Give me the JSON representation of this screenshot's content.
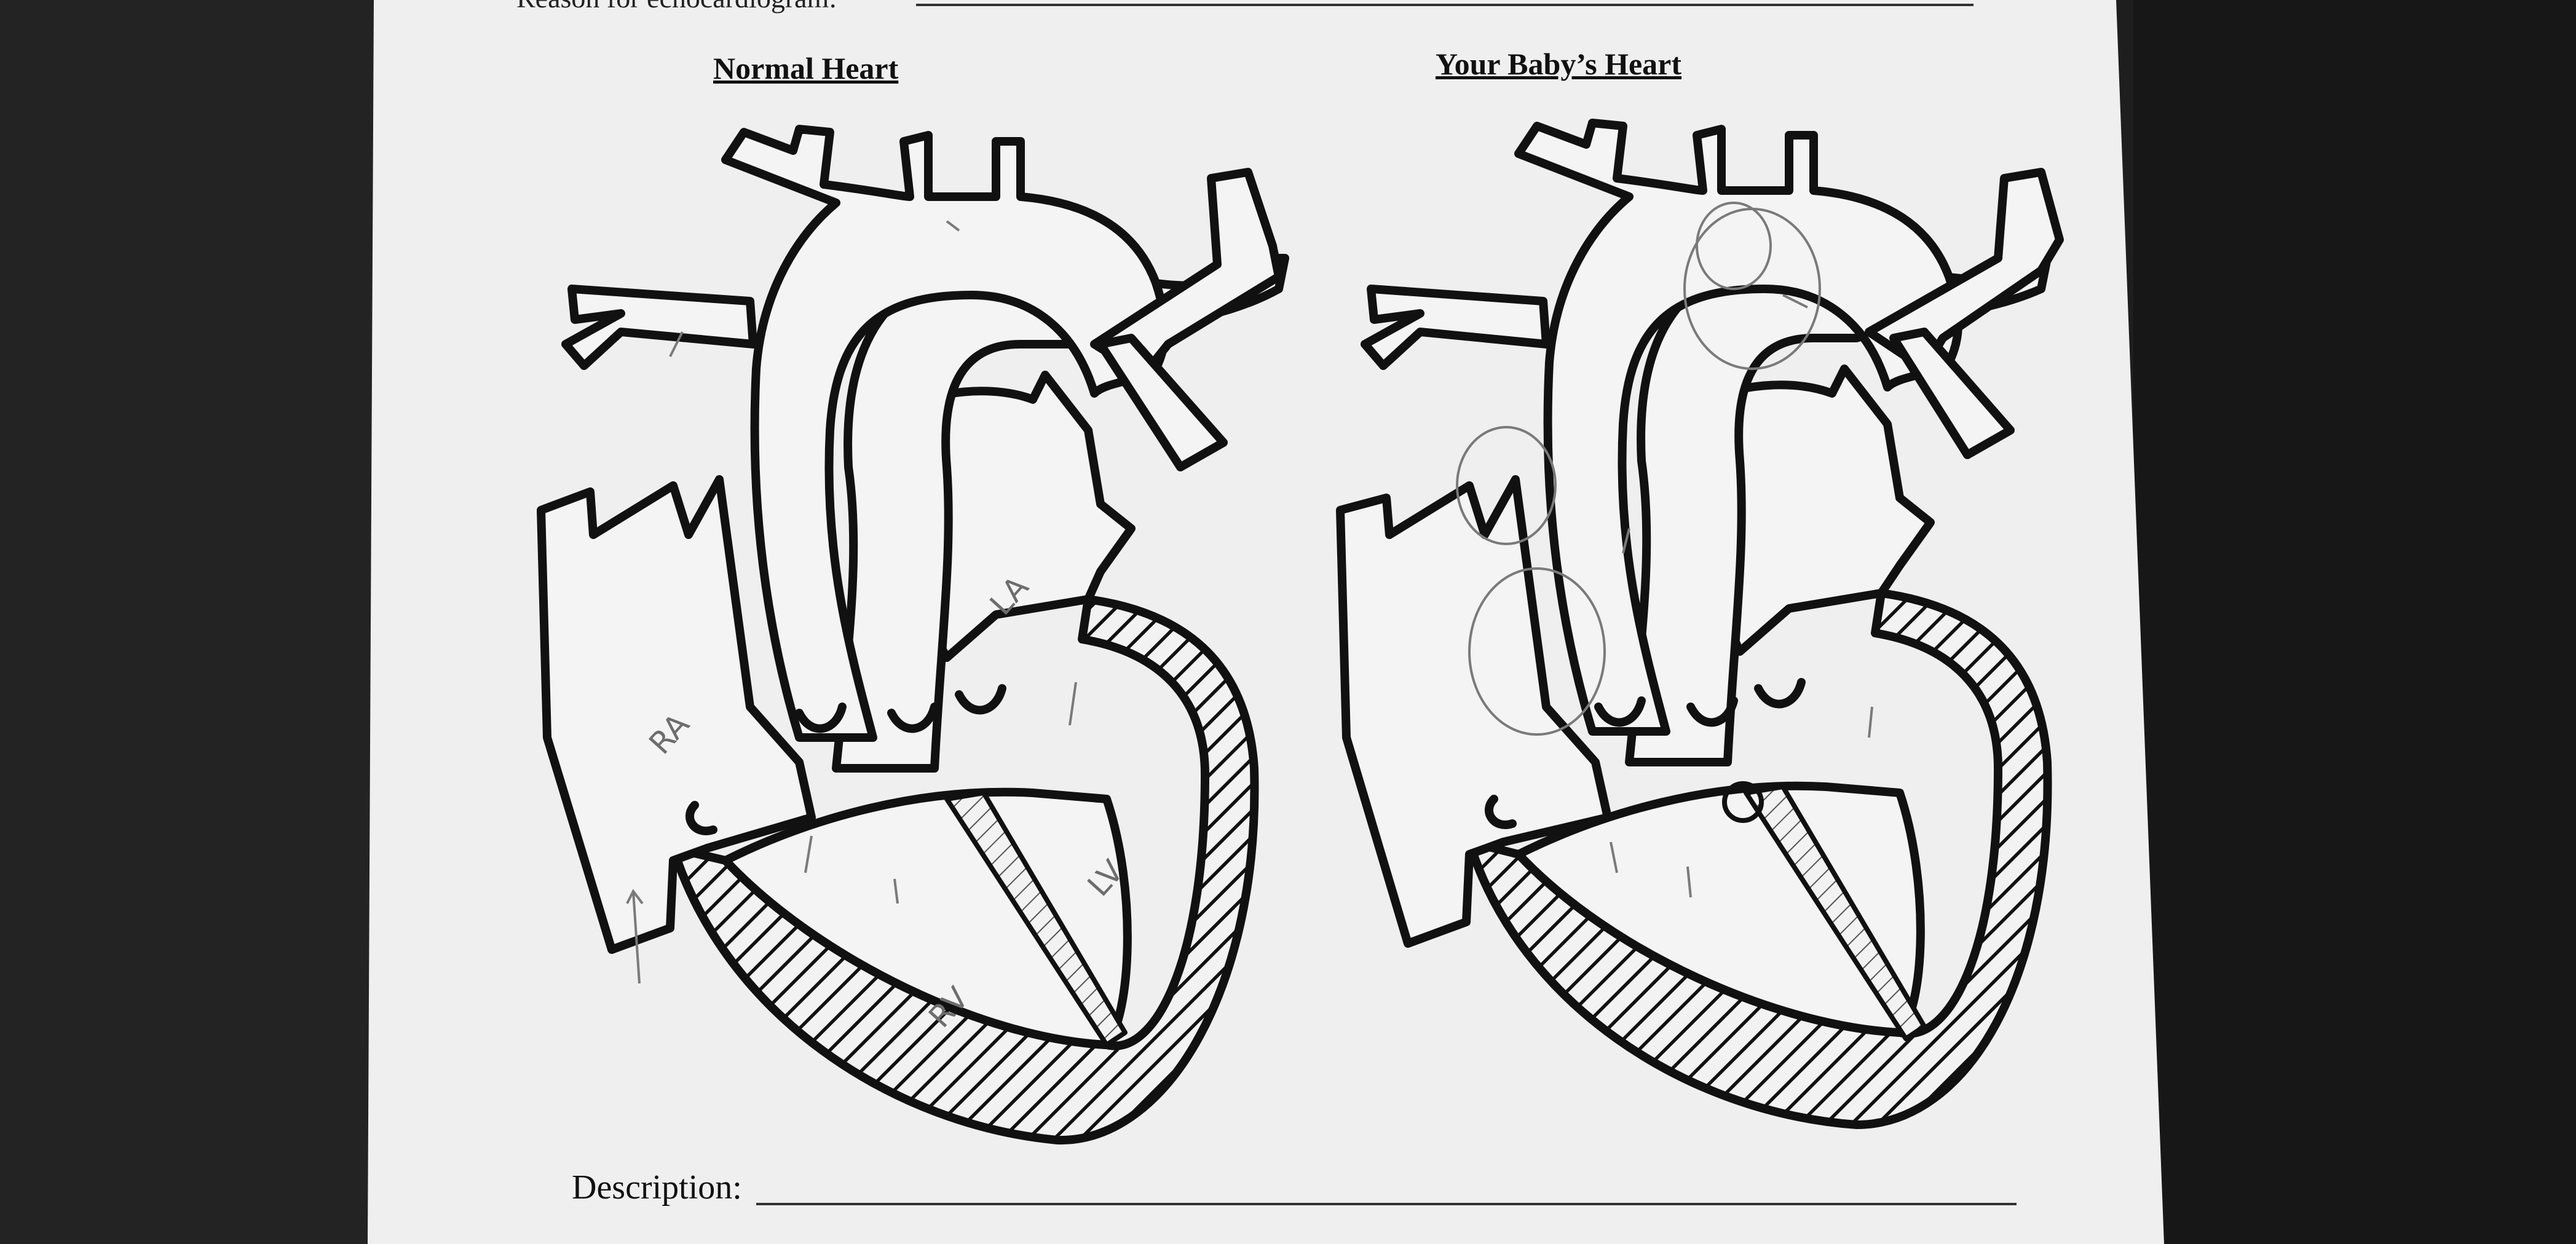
{
  "form": {
    "top_cutoff_text": "Reason for echocardiogram:",
    "heading_left": "Normal Heart",
    "heading_right": "Your Baby’s Heart",
    "description_label": "Description:"
  },
  "handwriting": {
    "left_labels": [
      "RA",
      "LA",
      "RV",
      "LV"
    ]
  },
  "colors": {
    "background": "#1e1e1e",
    "paper": "#efefef",
    "ink": "#111111",
    "pencil": "#6d6d6d"
  }
}
